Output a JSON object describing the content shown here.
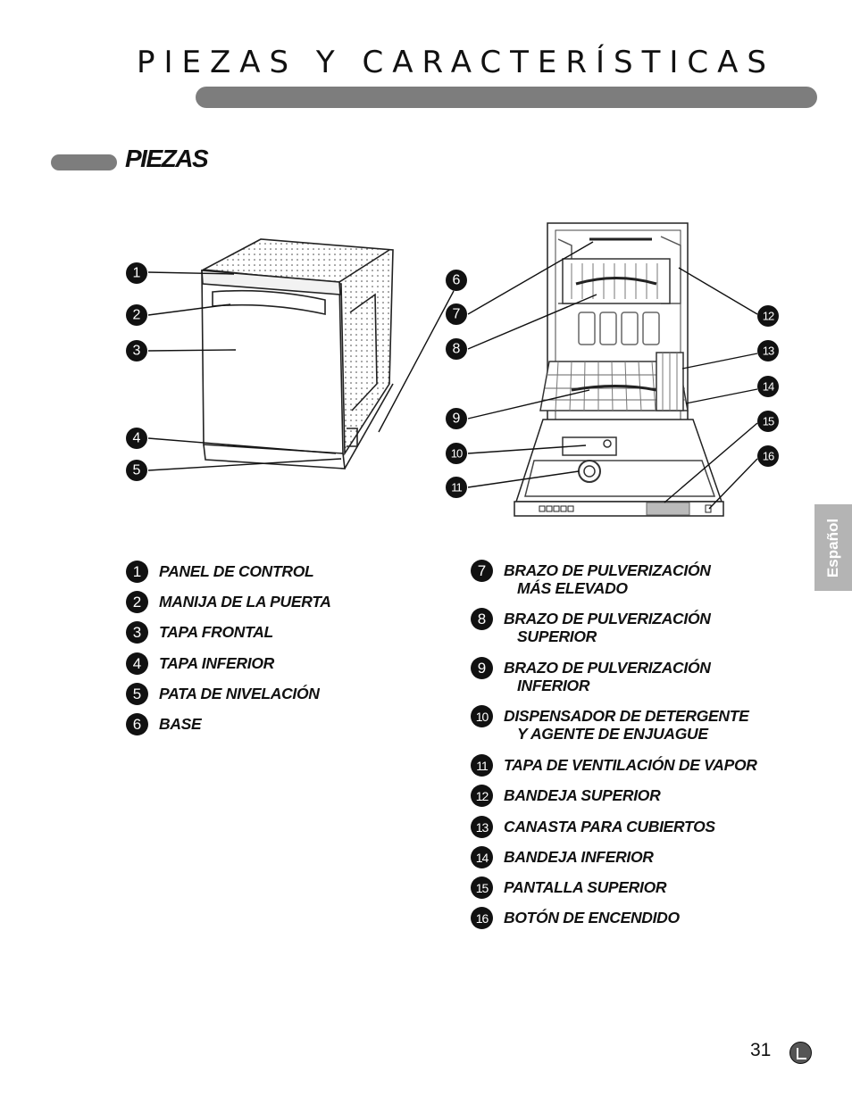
{
  "header": {
    "title": "PIEZAS Y CARACTERÍSTICAS"
  },
  "section": {
    "title": "PIEZAS"
  },
  "side_tab": {
    "label": "Español"
  },
  "callouts": [
    "1",
    "2",
    "3",
    "4",
    "5",
    "6",
    "7",
    "8",
    "9",
    "10",
    "11",
    "12",
    "13",
    "14",
    "15",
    "16"
  ],
  "parts_left": [
    {
      "num": "1",
      "line1": "PANEL DE CONTROL",
      "line2": ""
    },
    {
      "num": "2",
      "line1": "MANIJA DE LA PUERTA",
      "line2": ""
    },
    {
      "num": "3",
      "line1": "TAPA FRONTAL",
      "line2": ""
    },
    {
      "num": "4",
      "line1": "TAPA INFERIOR",
      "line2": ""
    },
    {
      "num": "5",
      "line1": "PATA DE NIVELACIÓN",
      "line2": ""
    },
    {
      "num": "6",
      "line1": "BASE",
      "line2": ""
    }
  ],
  "parts_right": [
    {
      "num": "7",
      "line1": "BRAZO DE PULVERIZACIÓN",
      "line2": "MÁS ELEVADO"
    },
    {
      "num": "8",
      "line1": "BRAZO DE PULVERIZACIÓN",
      "line2": "SUPERIOR"
    },
    {
      "num": "9",
      "line1": "BRAZO DE PULVERIZACIÓN",
      "line2": "INFERIOR"
    },
    {
      "num": "10",
      "line1": "DISPENSADOR DE DETERGENTE",
      "line2": "Y AGENTE DE ENJUAGUE"
    },
    {
      "num": "11",
      "line1": "TAPA DE VENTILACIÓN DE VAPOR",
      "line2": ""
    },
    {
      "num": "12",
      "line1": "BANDEJA SUPERIOR",
      "line2": ""
    },
    {
      "num": "13",
      "line1": "CANASTA PARA CUBIERTOS",
      "line2": ""
    },
    {
      "num": "14",
      "line1": "BANDEJA INFERIOR",
      "line2": ""
    },
    {
      "num": "15",
      "line1": "PANTALLA SUPERIOR",
      "line2": ""
    },
    {
      "num": "16",
      "line1": "BOTÓN DE ENCENDIDO",
      "line2": ""
    }
  ],
  "footer": {
    "page_number": "31"
  }
}
